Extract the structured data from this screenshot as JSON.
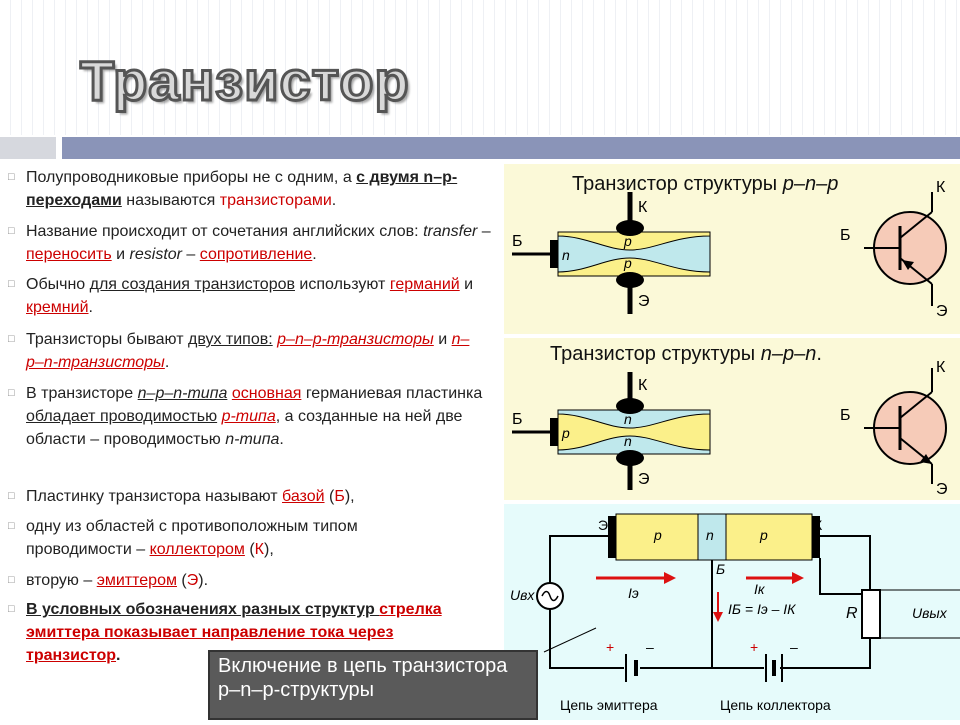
{
  "title": "Транзистор",
  "bullets": [
    [
      "Полупроводниковые приборы не с одним, а ",
      "с двумя n–p-переходами",
      " называются ",
      "транзисторами",
      "."
    ],
    [
      "Название происходит от сочетания английских слов: ",
      "transfer",
      " – ",
      "переносить",
      " и ",
      "resistor",
      " – ",
      "сопротивление",
      "."
    ],
    [
      "Обычно ",
      "для создания транзисторов",
      " используют ",
      "германий",
      " и ",
      "кремний",
      "."
    ],
    [
      "Транзисторы бывают ",
      "двух типов:",
      " ",
      "p–n–p-транзисторы",
      " и ",
      "n–p–n-транзисторы",
      "."
    ],
    [
      "В транзисторе ",
      "n–p–n-типа",
      " ",
      "основная",
      " германиевая пластинка ",
      "обладает проводимостью",
      " ",
      "p-типа",
      ", а созданные на ней две области – проводимостью ",
      "n-типа",
      "."
    ],
    [
      "Пластинку транзистора называют ",
      "базой",
      " (",
      "Б",
      "),"
    ],
    [
      "одну из областей с противоположным типом проводимости – ",
      "коллектором",
      " (",
      "К",
      "),"
    ],
    [
      "вторую – ",
      "эмиттером",
      " (",
      "Э",
      ")."
    ],
    [
      "В условных обозначениях разных структур ",
      "стрелка эмиттера показывает направление тока через транзистор",
      "."
    ]
  ],
  "panel_pnp": {
    "heading": "Транзистор структуры ",
    "heading_type": "p–n–p",
    "label_b": "Б",
    "label_k": "К",
    "label_e": "Э",
    "region_base": "n",
    "region_top": "p",
    "region_bottom": "p"
  },
  "panel_npn": {
    "heading": "Транзистор структуры ",
    "heading_type": "n–p–n",
    "heading_end": ".",
    "label_b": "Б",
    "label_k": "К",
    "label_e": "Э",
    "region_base": "p",
    "region_top": "n",
    "region_bottom": "n"
  },
  "circuit": {
    "label_e": "Э",
    "label_k": "К",
    "label_b": "Б",
    "region_left": "p",
    "region_mid": "n",
    "region_right": "p",
    "u_in": "Uвх",
    "u_out": "Uвых",
    "resistor": "R",
    "i_e": "Iэ",
    "i_k": "Iк",
    "i_b_eq": "IБ = Iэ – IК",
    "plus1": "+",
    "minus1": "–",
    "plus2": "+",
    "minus2": "–",
    "chain_e": "Цепь эмиттера",
    "chain_k": "Цепь коллектора"
  },
  "caption": "Включение в цепь транзистора p–n–p-структуры",
  "colors": {
    "accent_red": "#cc0000",
    "panel_yellow": "#fbf9d8",
    "panel_cyan": "#e6fbfb",
    "region_yellow": "#fbf08a",
    "region_cyan": "#bfe8ec",
    "header_blue": "#8a94b8"
  }
}
